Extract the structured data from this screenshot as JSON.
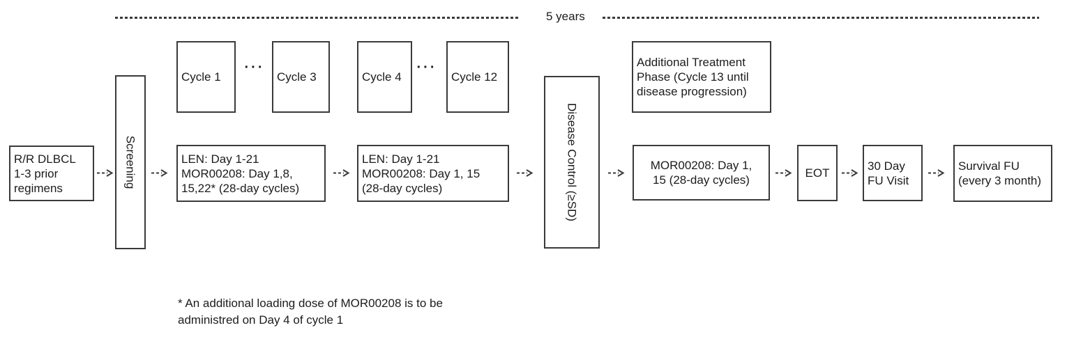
{
  "timeline": {
    "label": "5 years"
  },
  "flow": {
    "entry": {
      "lines": [
        "R/R DLBCL",
        "1-3 prior",
        "regimens"
      ]
    },
    "screening": {
      "label": "Screening"
    },
    "phase1": {
      "cycle_start": "Cycle 1",
      "ellipsis": "···",
      "cycle_end": "Cycle 3",
      "regimen": [
        "LEN: Day 1-21",
        "MOR00208: Day 1,8,",
        "15,22* (28-day cycles)"
      ]
    },
    "phase2": {
      "cycle_start": "Cycle 4",
      "ellipsis": "···",
      "cycle_end": "Cycle 12",
      "regimen": [
        "LEN: Day 1-21",
        "MOR00208: Day 1, 15",
        "(28-day cycles)"
      ]
    },
    "disease_control": {
      "label": "Disease Control (≥SD)"
    },
    "additional": {
      "phase_lines": [
        "Additional Treatment",
        "Phase (Cycle 13 until",
        "disease progression)"
      ],
      "regimen": [
        "MOR00208: Day 1,",
        "15 (28-day cycles)"
      ]
    },
    "eot": {
      "label": "EOT"
    },
    "fu_30day": {
      "lines": [
        "30 Day",
        "FU Visit"
      ]
    },
    "survival": {
      "lines": [
        "Survival FU",
        "(every 3 month)"
      ]
    }
  },
  "footnote": {
    "lines": [
      "* An additional loading dose of MOR00208 is to be",
      "administred on Day 4 of cycle 1"
    ]
  },
  "colors": {
    "ink": "#3a3a3a",
    "text": "#1c1c1c",
    "background": "#ffffff"
  }
}
